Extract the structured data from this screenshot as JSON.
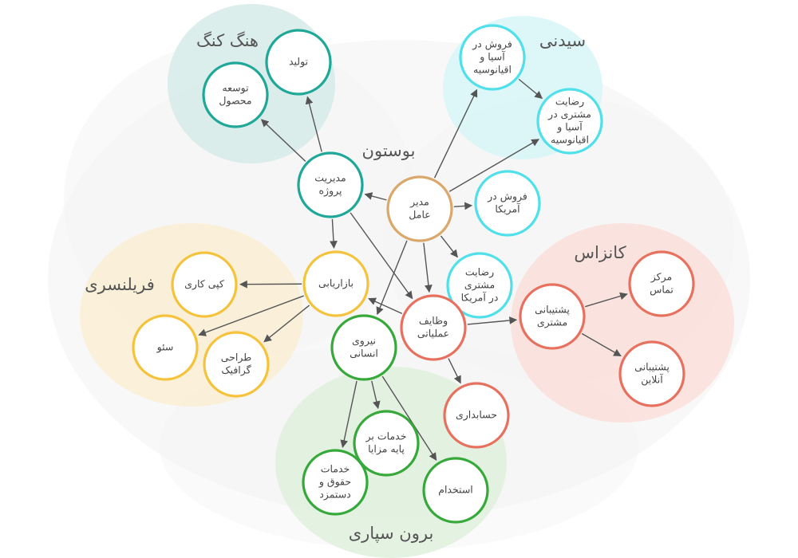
{
  "colors": {
    "teal": "#1fa898",
    "cyan": "#4fe0ea",
    "tan": "#d9a86a",
    "yellow": "#f5c33b",
    "coral": "#e8705e",
    "green": "#36a93a",
    "arrow": "#555555",
    "region_teal": "#d7ece9",
    "region_cyan": "#d9f6f8",
    "region_yellow": "#fbefd6",
    "region_coral": "#fbe1dc",
    "region_green": "#e1f1df"
  },
  "regions": [
    {
      "id": "hongkong",
      "label": "هنگ کنگ",
      "color": "region_teal"
    },
    {
      "id": "sydney",
      "label": "سیدنی",
      "color": "region_cyan"
    },
    {
      "id": "boston",
      "label": "بوستون",
      "color": ""
    },
    {
      "id": "kansas",
      "label": "کانزاس",
      "color": "region_coral"
    },
    {
      "id": "freelancers",
      "label": "فریلنسری",
      "color": "region_yellow"
    },
    {
      "id": "outsourcing",
      "label": "برون سپاری",
      "color": "region_green"
    }
  ],
  "nodes": [
    {
      "id": "ceo",
      "lines": [
        "مدیر",
        "عامل"
      ],
      "color": "tan"
    },
    {
      "id": "pm",
      "lines": [
        "مدیریت",
        "پروژه"
      ],
      "color": "teal"
    },
    {
      "id": "production",
      "lines": [
        "تولید"
      ],
      "color": "teal"
    },
    {
      "id": "product_dev",
      "lines": [
        "توسعه",
        "محصول"
      ],
      "color": "teal"
    },
    {
      "id": "sales_asia",
      "lines": [
        "فروش در",
        "آسیا و",
        "اقیانوسیه"
      ],
      "color": "cyan"
    },
    {
      "id": "sat_asia",
      "lines": [
        "رضایت",
        "مشتری در",
        "آسیا و",
        "اقیانوسیه"
      ],
      "color": "cyan"
    },
    {
      "id": "sales_us",
      "lines": [
        "فروش در",
        "آمریکا"
      ],
      "color": "cyan"
    },
    {
      "id": "sat_us",
      "lines": [
        "رضایت",
        "مشتری",
        "در آمریکا"
      ],
      "color": "cyan"
    },
    {
      "id": "marketing",
      "lines": [
        "بازاریابی"
      ],
      "color": "yellow"
    },
    {
      "id": "copywriting",
      "lines": [
        "کپی کاری"
      ],
      "color": "yellow"
    },
    {
      "id": "seo",
      "lines": [
        "سئو"
      ],
      "color": "yellow"
    },
    {
      "id": "graphic",
      "lines": [
        "طراحی",
        "گرافیک"
      ],
      "color": "yellow"
    },
    {
      "id": "operations",
      "lines": [
        "وظایف",
        "عملیاتی"
      ],
      "color": "coral"
    },
    {
      "id": "support",
      "lines": [
        "پشتیبانی",
        "مشتری"
      ],
      "color": "coral"
    },
    {
      "id": "contact",
      "lines": [
        "مرکز",
        "تماس"
      ],
      "color": "coral"
    },
    {
      "id": "online",
      "lines": [
        "پشتیبانی",
        "آنلاین"
      ],
      "color": "coral"
    },
    {
      "id": "accounting",
      "lines": [
        "حسابداری"
      ],
      "color": "coral"
    },
    {
      "id": "hr",
      "lines": [
        "نیروی",
        "انسانی"
      ],
      "color": "green"
    },
    {
      "id": "benefits",
      "lines": [
        "خدمات بر",
        "پایه مزایا"
      ],
      "color": "green"
    },
    {
      "id": "payroll",
      "lines": [
        "خدمات",
        "حقوق و",
        "دستمزد"
      ],
      "color": "green"
    },
    {
      "id": "hiring",
      "lines": [
        "استخدام"
      ],
      "color": "green"
    }
  ],
  "edges": [
    {
      "from": "ceo",
      "to": "pm"
    },
    {
      "from": "ceo",
      "to": "sales_asia"
    },
    {
      "from": "ceo",
      "to": "sat_asia"
    },
    {
      "from": "ceo",
      "to": "sales_us"
    },
    {
      "from": "ceo",
      "to": "sat_us"
    },
    {
      "from": "ceo",
      "to": "operations"
    },
    {
      "from": "ceo",
      "to": "hr"
    },
    {
      "from": "pm",
      "to": "production"
    },
    {
      "from": "pm",
      "to": "product_dev"
    },
    {
      "from": "pm",
      "to": "marketing"
    },
    {
      "from": "pm",
      "to": "operations"
    },
    {
      "from": "sales_asia",
      "to": "sat_asia"
    },
    {
      "from": "marketing",
      "to": "copywriting"
    },
    {
      "from": "marketing",
      "to": "seo"
    },
    {
      "from": "marketing",
      "to": "graphic"
    },
    {
      "from": "operations",
      "to": "marketing"
    },
    {
      "from": "operations",
      "to": "support"
    },
    {
      "from": "operations",
      "to": "accounting"
    },
    {
      "from": "support",
      "to": "contact"
    },
    {
      "from": "support",
      "to": "online"
    },
    {
      "from": "hr",
      "to": "payroll"
    },
    {
      "from": "hr",
      "to": "benefits"
    },
    {
      "from": "hr",
      "to": "hiring"
    }
  ]
}
